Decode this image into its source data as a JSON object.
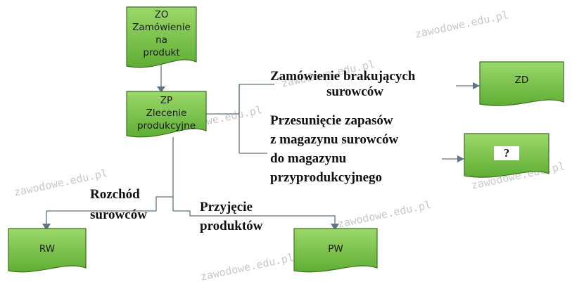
{
  "docs": {
    "zo": {
      "code": "ZO",
      "line1": "Zamówienie na",
      "line2": "produkt"
    },
    "zp": {
      "code": "ZP",
      "line1": "Zlecenie",
      "line2": "produkcyjne"
    },
    "zd": {
      "code": "ZD"
    },
    "unknown": {
      "mark": "?"
    },
    "rw": {
      "code": "RW"
    },
    "pw": {
      "code": "PW"
    }
  },
  "labels": {
    "zamowienie_1": "Zamówienie brakujących",
    "zamowienie_2": "surowców",
    "przesuniecie_1": "Przesunięcie zapasów",
    "przesuniecie_2": "z magazynu surowców",
    "przesuniecie_3": "do magazynu",
    "przesuniecie_4": "przyprodukcyjnego",
    "rozchod_1": "Rozchód",
    "rozchod_2": "surowców",
    "przyjecie_1": "Przyjęcie",
    "przyjecie_2": "produktów"
  },
  "watermark": "zawodowe.edu.pl",
  "colors": {
    "doc_fill_top": "#9bd86a",
    "doc_fill_bottom": "#5fae34",
    "doc_stroke": "#3d6e1e",
    "connector": "#5f7484"
  }
}
